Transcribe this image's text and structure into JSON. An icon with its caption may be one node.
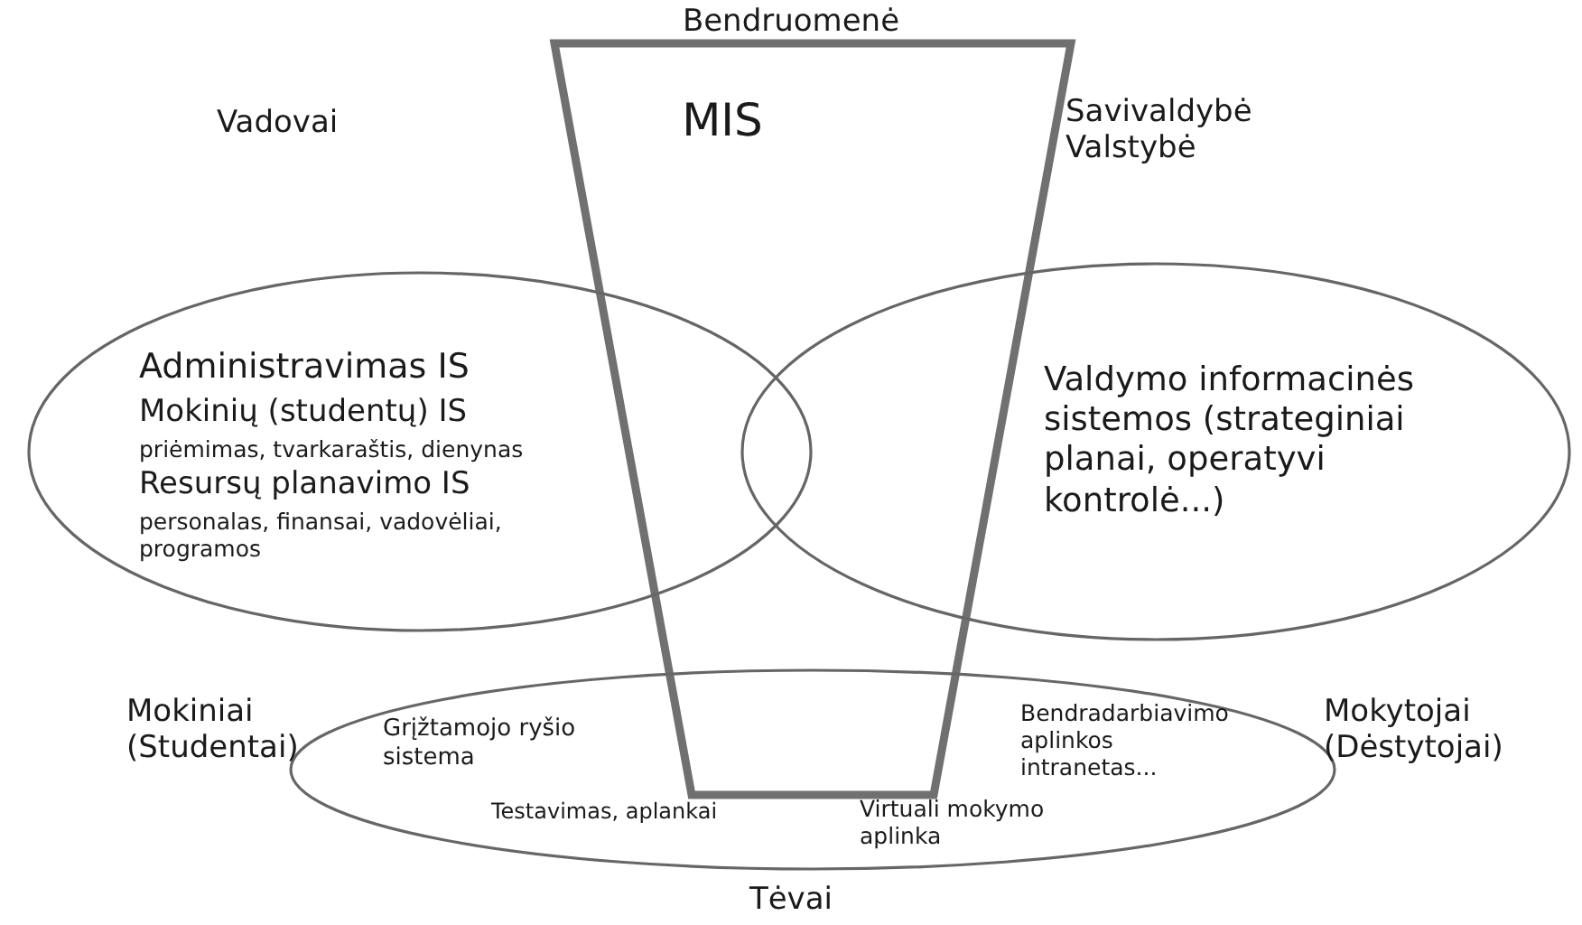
{
  "diagram": {
    "nodes": [
      {
        "text": [
          "MIS"
        ]
      },
      {
        "text": [
          "Administravimas IS",
          "Mokinių (studentų) IS",
          "priėmimas, tvarkaraštis, dienynas",
          "Resursų planavimo IS",
          "personalas, finansai, vadovėliai, programos"
        ]
      },
      {
        "text": [
          "Valdymo informacinės sistemos (strateginiai planai, operatyvi kontrolė...)"
        ]
      },
      {
        "text": [
          "Grįžtamojo ryšio sistema",
          "Testavimas, aplankai",
          "Virtuali mokymo aplinka",
          "Bendradarbiavimo aplinkos intranetas..."
        ]
      }
    ],
    "edges": [],
    "labels": [
      "Bendruomenė",
      "Vadovai",
      "Savivaldybė Valstybė",
      "Mokiniai (Studentai)",
      "Mokytojai (Dėstytojai)",
      "Tėvai"
    ]
  }
}
